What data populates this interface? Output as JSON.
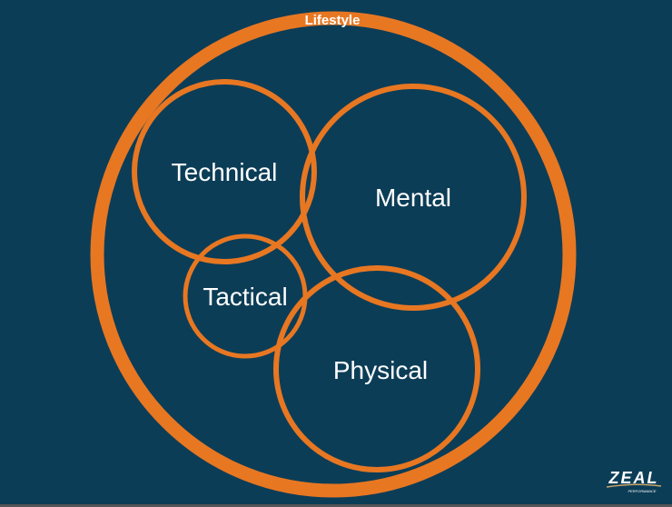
{
  "outer": {
    "label": "Lifestyle"
  },
  "circles": [
    {
      "label": "Technical"
    },
    {
      "label": "Mental"
    },
    {
      "label": "Tactical"
    },
    {
      "label": "Physical"
    }
  ],
  "logo": {
    "name": "ZEAL",
    "sub": "PERFORMANCE"
  },
  "colors": {
    "background": "#0c3d57",
    "ring": "#e87722",
    "text": "#ffffff"
  }
}
